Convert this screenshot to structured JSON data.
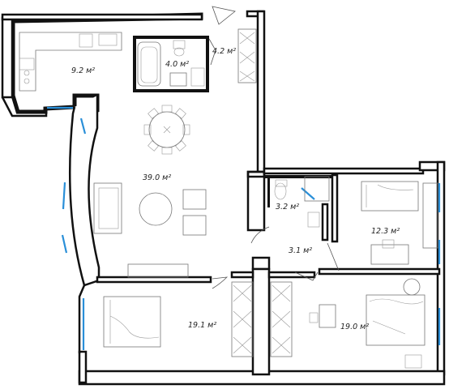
{
  "rooms": [
    {
      "id": "kitchen",
      "area": "9.2 м²"
    },
    {
      "id": "bathroom",
      "area": "4.0 м²"
    },
    {
      "id": "hall-closet",
      "area": "4.2 м²"
    },
    {
      "id": "living",
      "area": "39.0 м²"
    },
    {
      "id": "wc",
      "area": "3.2 м²"
    },
    {
      "id": "corridor",
      "area": "3.1 м²"
    },
    {
      "id": "bedroom-small",
      "area": "12.3 м²"
    },
    {
      "id": "bedroom-left",
      "area": "19.1 м²"
    },
    {
      "id": "bedroom-right",
      "area": "19.0 м²"
    }
  ],
  "colors": {
    "wall": "#111111",
    "window": "#2a8fd8",
    "furniture": "#777777"
  }
}
